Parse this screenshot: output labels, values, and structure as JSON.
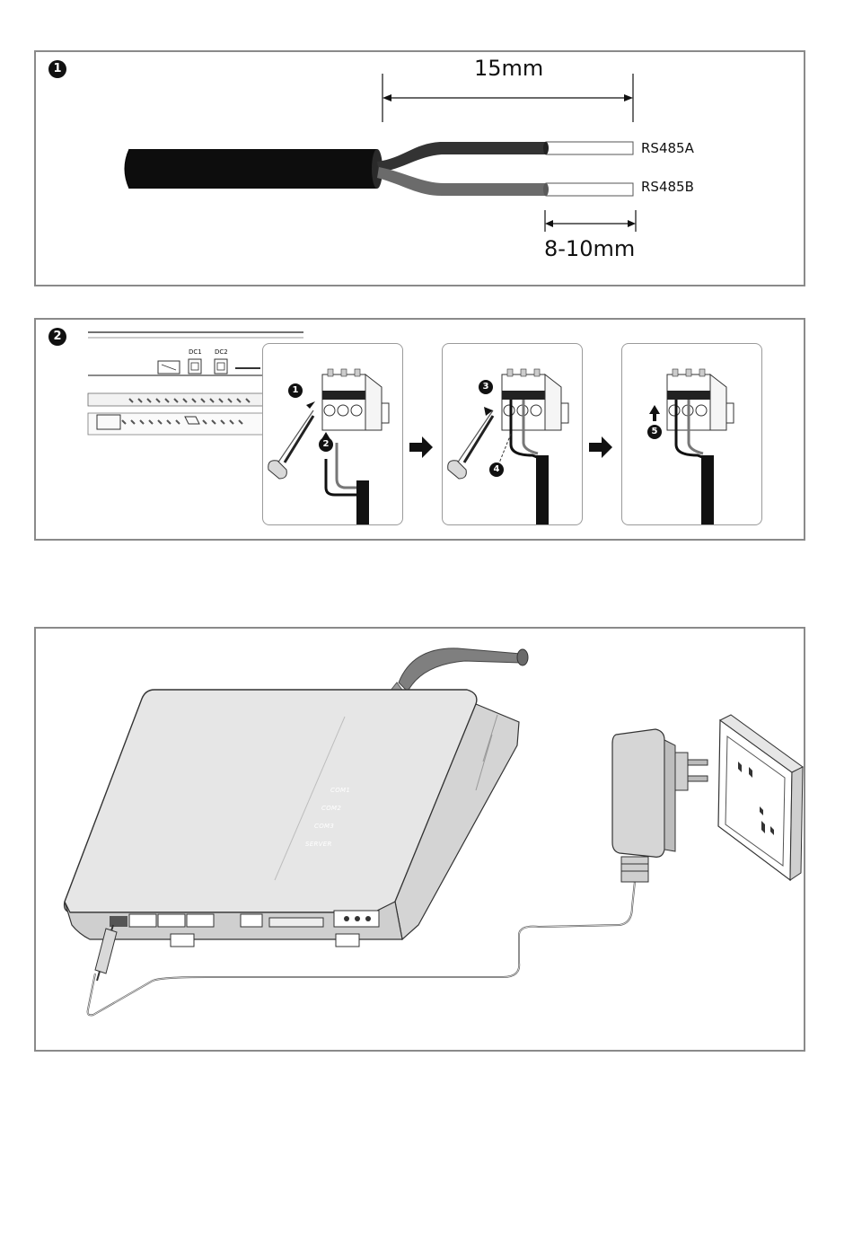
{
  "panel1": {
    "step": "1",
    "strip_length": "15mm",
    "wire_a": "RS485A",
    "wire_b": "RS485B",
    "bare_length": "8-10mm"
  },
  "panel2": {
    "step": "2",
    "port_labels": [
      "DC1",
      "DC2"
    ],
    "sub_steps": [
      "1",
      "2",
      "3",
      "4",
      "5"
    ]
  },
  "panel3": {
    "led_labels": [
      "COM1",
      "COM2",
      "COM3",
      "SERVER"
    ]
  }
}
